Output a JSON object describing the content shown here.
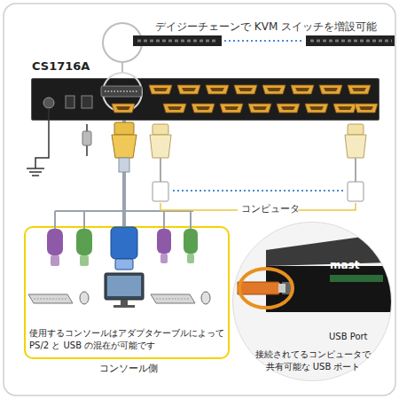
{
  "diagram": {
    "nodes": [
      {
        "text": [
          "CS1716A"
        ]
      },
      {
        "text": [
          "使用するコンソールはアダプタケーブルによって PS/2 と USB の混在が可能です",
          "コンソール側"
        ]
      },
      {
        "text": [
          "USB Port",
          "接続されてるコンピュータで 共有可能な USB ポート"
        ]
      }
    ],
    "edges": [
      {
        "from": 0,
        "to": 1,
        "arrow": "none"
      }
    ],
    "labels": [
      "デイジーチェーンで KVM スイッチを増設可能",
      "コンピュータ",
      "mast"
    ]
  }
}
